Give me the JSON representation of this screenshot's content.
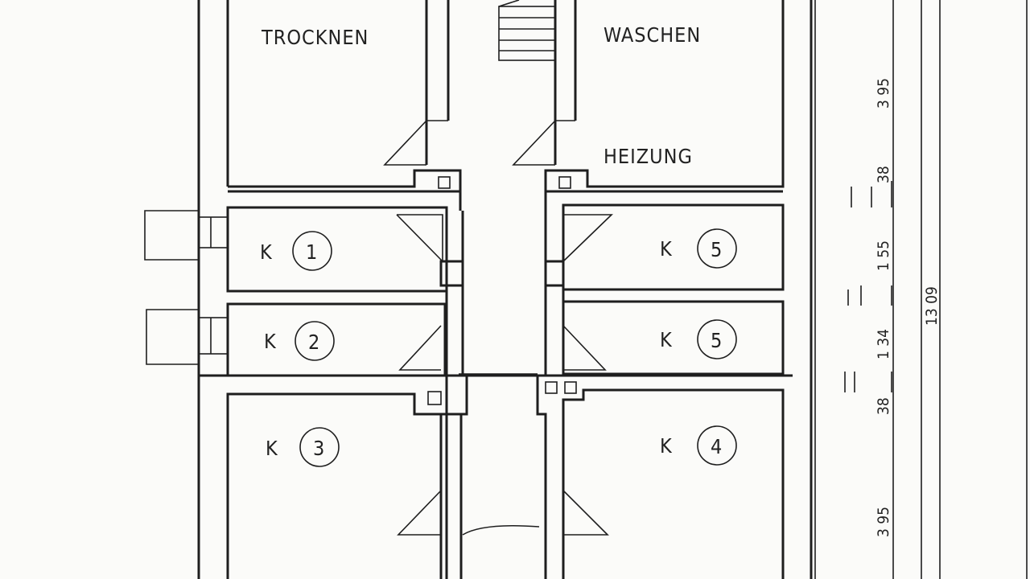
{
  "rooms": {
    "trocknen": "TROCKNEN",
    "waschen": "WASCHEN",
    "heizung": "HEIZUNG",
    "k_letter": "K",
    "k1": "1",
    "k2": "2",
    "k3": "3",
    "k4": "4",
    "k5a": "5",
    "k5b": "5"
  },
  "dimensions": {
    "d1": "3 95",
    "d2": "38",
    "d3": "1 55",
    "d4": "1 34",
    "d5": "38",
    "d6": "3 95",
    "total": "13 09"
  }
}
